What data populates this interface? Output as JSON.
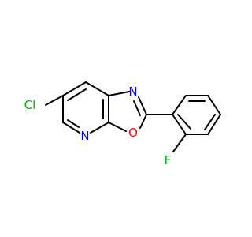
{
  "molecule": {
    "atoms": {
      "cl": {
        "label": "Cl",
        "color": "#00b000"
      },
      "n_top": {
        "label": "N",
        "color": "#0000ff"
      },
      "n_ring": {
        "label": "N",
        "color": "#0000ff"
      },
      "o": {
        "label": "O",
        "color": "#ff0000"
      },
      "f": {
        "label": "F",
        "color": "#00b000"
      }
    }
  }
}
